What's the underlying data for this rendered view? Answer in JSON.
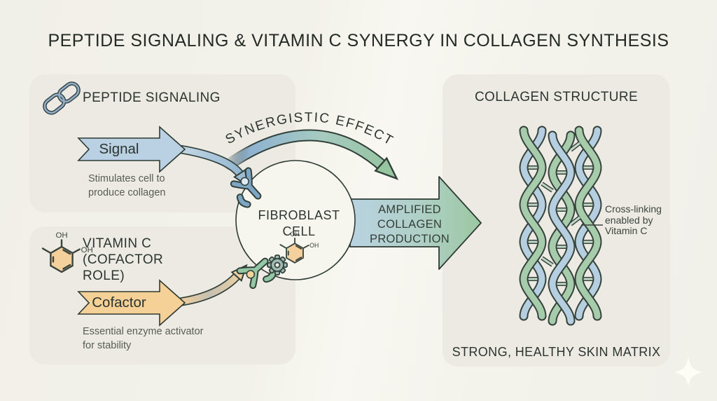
{
  "title": "PEPTIDE SIGNALING & VITAMIN C SYNERGY IN COLLAGEN SYNTHESIS",
  "peptide_panel": {
    "icon": "chain-link-icon",
    "heading": "PEPTIDE SIGNALING",
    "arrow_label": "Signal",
    "caption": "Stimulates cell to produce collagen"
  },
  "vitamin_panel": {
    "icon": "molecule-icon",
    "heading": "VITAMIN C (COFACTOR ROLE)",
    "arrow_label": "Cofactor",
    "caption": "Essential enzyme activator for stability",
    "hydroxyl_label": "OH"
  },
  "center": {
    "synergy_label": "SYNERGISTIC EFFECT",
    "cell_label": "FIBROBLAST CELL",
    "output_arrow_label": "AMPLIFIED COLLAGEN PRODUCTION",
    "icons": [
      "receptor-icon",
      "gear-icon",
      "molecule-icon"
    ]
  },
  "collagen_panel": {
    "heading": "COLLAGEN STRUCTURE",
    "annotation": "Cross-linking enabled by Vitamin C",
    "footer": "STRONG, HEALTHY SKIN MATRIX"
  },
  "colors": {
    "background": "#f3f2ea",
    "panel": "#eceae3",
    "signal_blue": "#b9d1e2",
    "cofactor_orange": "#f6d197",
    "production_green": "#9dc8a4",
    "helix_blue": "#b5cee0",
    "helix_green": "#a7ccac",
    "outline": "#32403a"
  }
}
